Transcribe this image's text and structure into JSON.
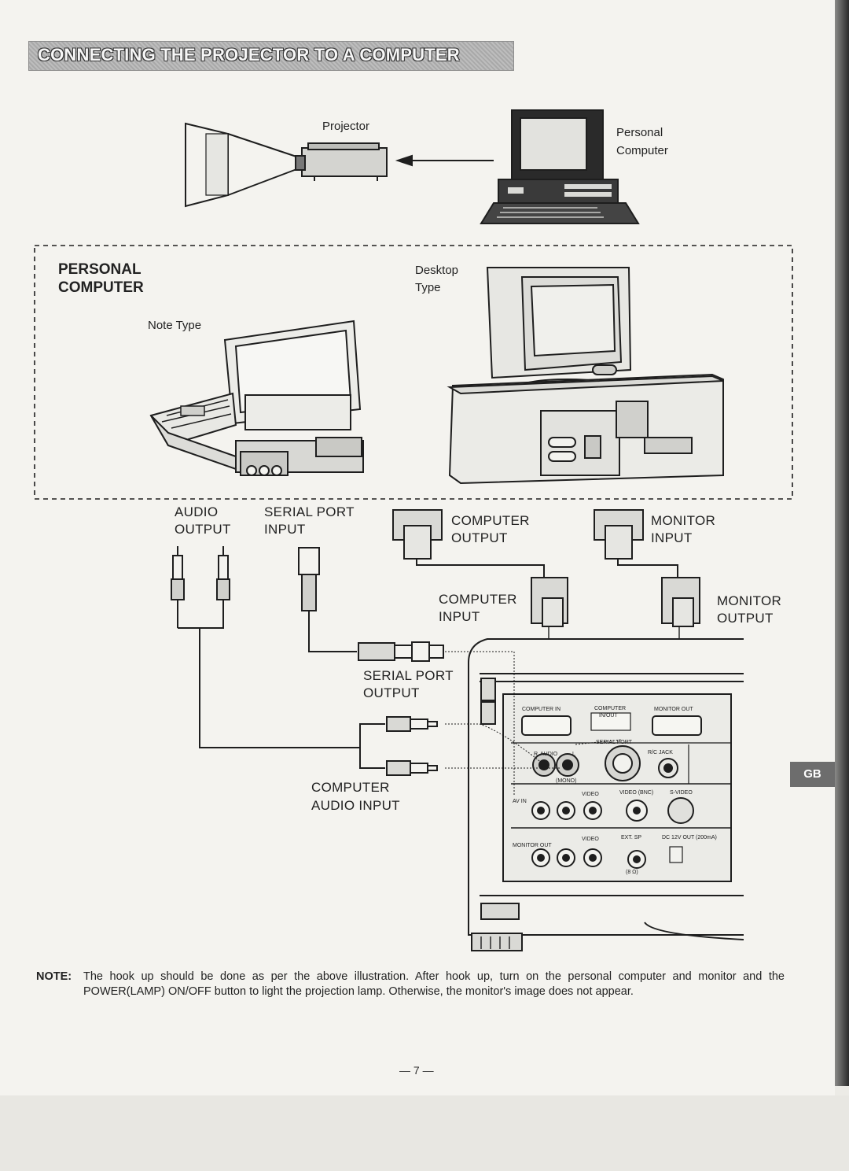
{
  "title": "CONNECTING THE PROJECTOR TO A COMPUTER",
  "top_diagram": {
    "projector_label": "Projector",
    "pc_label_1": "Personal",
    "pc_label_2": "Computer"
  },
  "pc_box": {
    "heading_1": "PERSONAL",
    "heading_2": "COMPUTER",
    "note_type_label": "Note Type",
    "desktop_label_1": "Desktop",
    "desktop_label_2": "Type"
  },
  "connectors": {
    "audio_output_1": "AUDIO",
    "audio_output_2": "OUTPUT",
    "serial_input_1": "SERIAL PORT",
    "serial_input_2": "INPUT",
    "computer_output_1": "COMPUTER",
    "computer_output_2": "OUTPUT",
    "monitor_input_1": "MONITOR",
    "monitor_input_2": "INPUT",
    "computer_input_1": "COMPUTER",
    "computer_input_2": "INPUT",
    "monitor_output_1": "MONITOR",
    "monitor_output_2": "OUTPUT",
    "serial_output_1": "SERIAL PORT",
    "serial_output_2": "OUTPUT",
    "computer_audio_1": "COMPUTER",
    "computer_audio_2": "AUDIO INPUT"
  },
  "panel": {
    "computer_in": "COMPUTER IN",
    "computer_inout_1": "COMPUTER",
    "computer_inout_2": "IN/OUT",
    "monitor_out": "MONITOR OUT",
    "serial_port": "SERIAL PORT",
    "audio_r": "R",
    "audio": "AUDIO",
    "audio_l": "L",
    "mono": "(MONO)",
    "rc_jack": "R/C JACK",
    "av_in": "AV IN",
    "video": "VIDEO",
    "video_bnc": "VIDEO (BNC)",
    "s_video": "S-VIDEO",
    "monitor_out_side": "MONITOR OUT",
    "ext_sp": "EXT. SP",
    "ext_sp_ohm": "(8 Ω)",
    "dc_out": "DC 12V OUT (200mA)"
  },
  "side_tab": "GB",
  "note": {
    "label": "NOTE:",
    "text": "The hook up should be done as per the above illustration. After hook up, turn on the personal computer and monitor and the POWER(LAMP) ON/OFF button to light the projection lamp. Otherwise, the monitor's image does not appear."
  },
  "page_number": "— 7 —"
}
